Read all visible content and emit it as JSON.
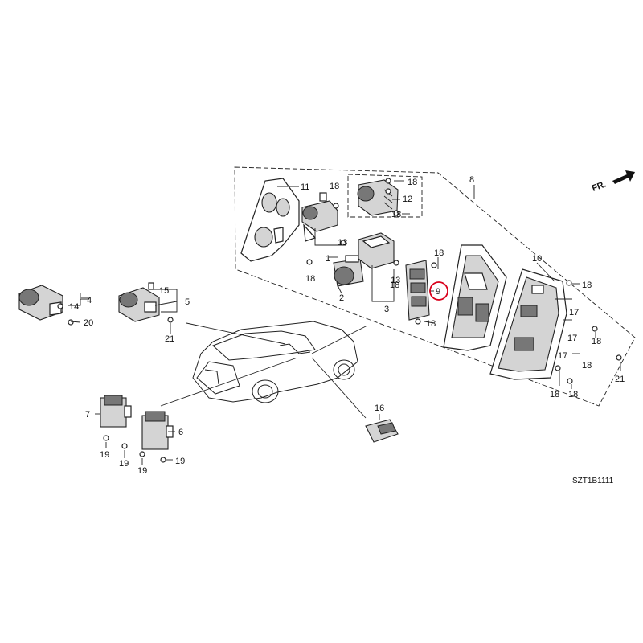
{
  "diagram": {
    "direction_label": "FR.",
    "diagram_code": "SZT1B1111",
    "highlighted_callout": "9",
    "callouts": {
      "c1": "1",
      "c2": "2",
      "c3": "3",
      "c4": "4",
      "c5": "5",
      "c6": "6",
      "c7": "7",
      "c8": "8",
      "c9": "9",
      "c10": "10",
      "c11": "11",
      "c12": "12",
      "c13a": "13",
      "c13b": "13",
      "c14": "14",
      "c15": "15",
      "c16": "16",
      "c17a": "17",
      "c17b": "17",
      "c17c": "17",
      "c18a": "18",
      "c18b": "18",
      "c18c": "18",
      "c18d": "18",
      "c18e": "18",
      "c18f": "18",
      "c18g": "18",
      "c18h": "18",
      "c18i": "18",
      "c18j": "18",
      "c18k": "18",
      "c18l": "18",
      "c19a": "19",
      "c19b": "19",
      "c19c": "19",
      "c19d": "19",
      "c20": "20",
      "c21a": "21",
      "c21b": "21"
    }
  }
}
